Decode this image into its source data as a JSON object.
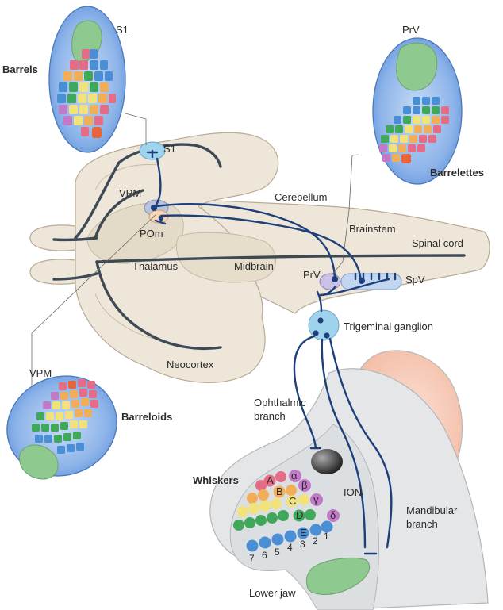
{
  "labels": {
    "s1_oval": "S1",
    "barrels": "Barrels",
    "prv_oval": "PrV",
    "barrelettes": "Barrelettes",
    "s1_brain": "S1",
    "vpm_brain": "VPM",
    "pom": "POm",
    "cerebellum": "Cerebellum",
    "brainstem": "Brainstem",
    "spinal_cord": "Spinal cord",
    "thalamus": "Thalamus",
    "midbrain": "Midbrain",
    "prv_brain": "PrV",
    "spv": "SpV",
    "trigeminal_ganglion": "Trigeminal ganglion",
    "neocortex": "Neocortex",
    "vpm_oval": "VPM",
    "barreloids": "Barreloids",
    "ophthalmic_1": "Ophthalmic",
    "ophthalmic_2": "branch",
    "whiskers": "Whiskers",
    "ion": "ION",
    "mandibular_1": "Mandibular",
    "mandibular_2": "branch",
    "lower_jaw": "Lower jaw"
  },
  "whisker_rows": [
    "A",
    "B",
    "C",
    "D",
    "E"
  ],
  "whisker_straddlers": [
    "α",
    "β",
    "γ",
    "δ"
  ],
  "whisker_arcs": [
    "7",
    "6",
    "5",
    "4",
    "3",
    "2",
    "1"
  ],
  "colors": {
    "oval_fill": "#5b8fd8",
    "brain": "#ede6d9",
    "nerve": "#1d3f7a",
    "row_a": "#e46c86",
    "row_b": "#f2ae57",
    "row_c": "#f2e27a",
    "row_d": "#3fa85a",
    "row_e": "#4a8fd6",
    "straddler": "#c27ac8",
    "green_structure": "#8ec98f"
  }
}
